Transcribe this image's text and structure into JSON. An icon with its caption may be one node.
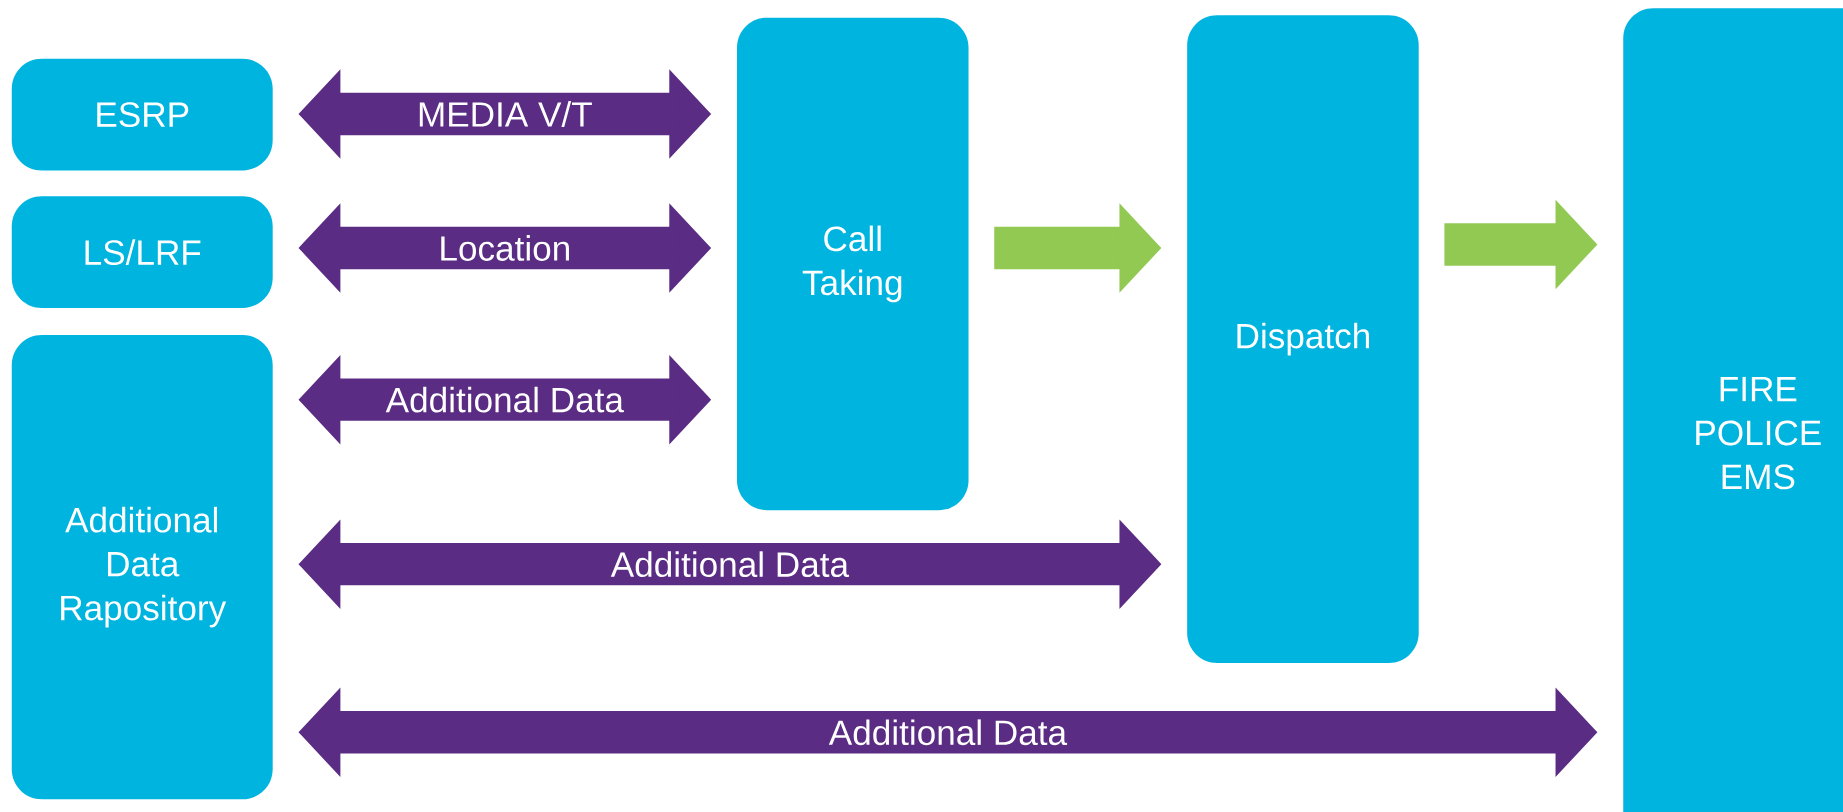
{
  "diagram": {
    "nodes": [
      {
        "text": [
          "ESRP"
        ]
      },
      {
        "text": [
          "LS/LRF"
        ]
      },
      {
        "text": [
          "Additional Data Rapository"
        ]
      },
      {
        "text": [
          "Call Taking"
        ]
      },
      {
        "text": [
          "Dispatch"
        ]
      },
      {
        "text": [
          "FIRE POLICE EMS"
        ]
      }
    ],
    "edges": [
      {
        "from": 0,
        "to": 3,
        "arrow": "both",
        "label": "MEDIA V/T"
      },
      {
        "from": 1,
        "to": 3,
        "arrow": "both",
        "label": "Location"
      },
      {
        "from": 2,
        "to": 3,
        "arrow": "both",
        "label": "Additional Data"
      },
      {
        "from": 2,
        "to": 4,
        "arrow": "both",
        "label": "Additional Data"
      },
      {
        "from": 2,
        "to": 5,
        "arrow": "both",
        "label": "Additional Data"
      },
      {
        "from": 3,
        "to": 4,
        "arrow": "to",
        "color": "#92c953"
      },
      {
        "from": 4,
        "to": 5,
        "arrow": "to",
        "color": "#92c953"
      }
    ]
  }
}
